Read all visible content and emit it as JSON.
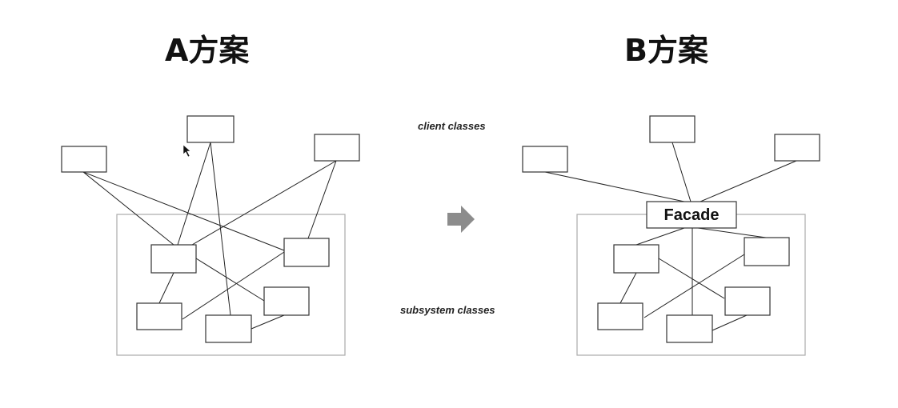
{
  "plan_a": {
    "title": "A方案"
  },
  "plan_b": {
    "title": "B方案",
    "facade_label": "Facade"
  },
  "labels": {
    "client_classes": "client classes",
    "subsystem_classes": "subsystem classes"
  },
  "icons": {
    "arrow": "right-arrow-icon",
    "cursor": "mouse-pointer-icon"
  },
  "colors": {
    "arrow": "#8c8c8c",
    "frame": "#aaaaaa",
    "line": "#222222"
  }
}
